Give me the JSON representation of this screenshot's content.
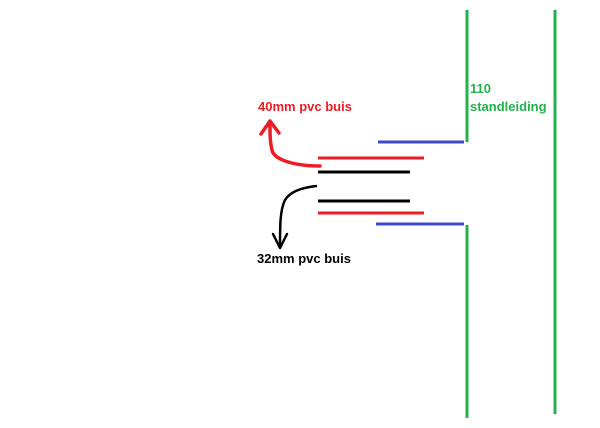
{
  "labels": {
    "pipe_40": "40mm pvc buis",
    "pipe_32": "32mm pvc buis",
    "standpipe_line1": "110",
    "standpipe_line2": "standleiding"
  },
  "colors": {
    "green": "#22b14c",
    "red": "#ed1c24",
    "blue": "#3f48cc",
    "black": "#000000",
    "background": "#ffffff"
  }
}
